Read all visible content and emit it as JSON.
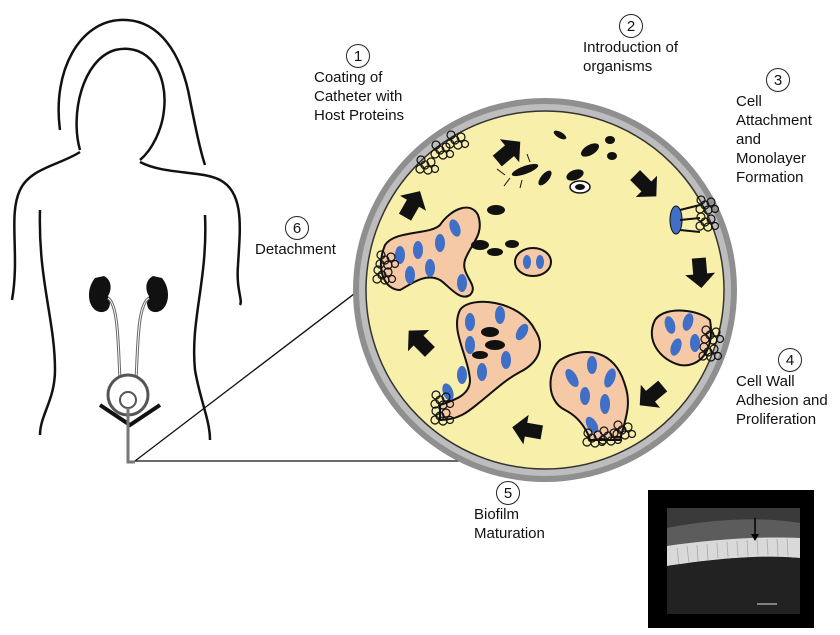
{
  "steps": [
    {
      "num": "1",
      "label": "Coating of\nCatheter with\nHost Proteins"
    },
    {
      "num": "2",
      "label": "Introduction of\norganisms"
    },
    {
      "num": "3",
      "label": "Cell\nAttachment\nand\nMonolayer\nFormation"
    },
    {
      "num": "4",
      "label": "Cell Wall\nAdhesion and\nProliferation"
    },
    {
      "num": "5",
      "label": "Biofilm\nMaturation"
    },
    {
      "num": "6",
      "label": "Detachment"
    }
  ],
  "colors": {
    "lumen": "#f7efaa",
    "cell_body": "#f5c9a6",
    "nucleus": "#3f6fc6",
    "ring": "#9a9a9a",
    "outline": "#111111"
  },
  "sem_image": {
    "arrow_icon": "down-arrow-icon"
  }
}
